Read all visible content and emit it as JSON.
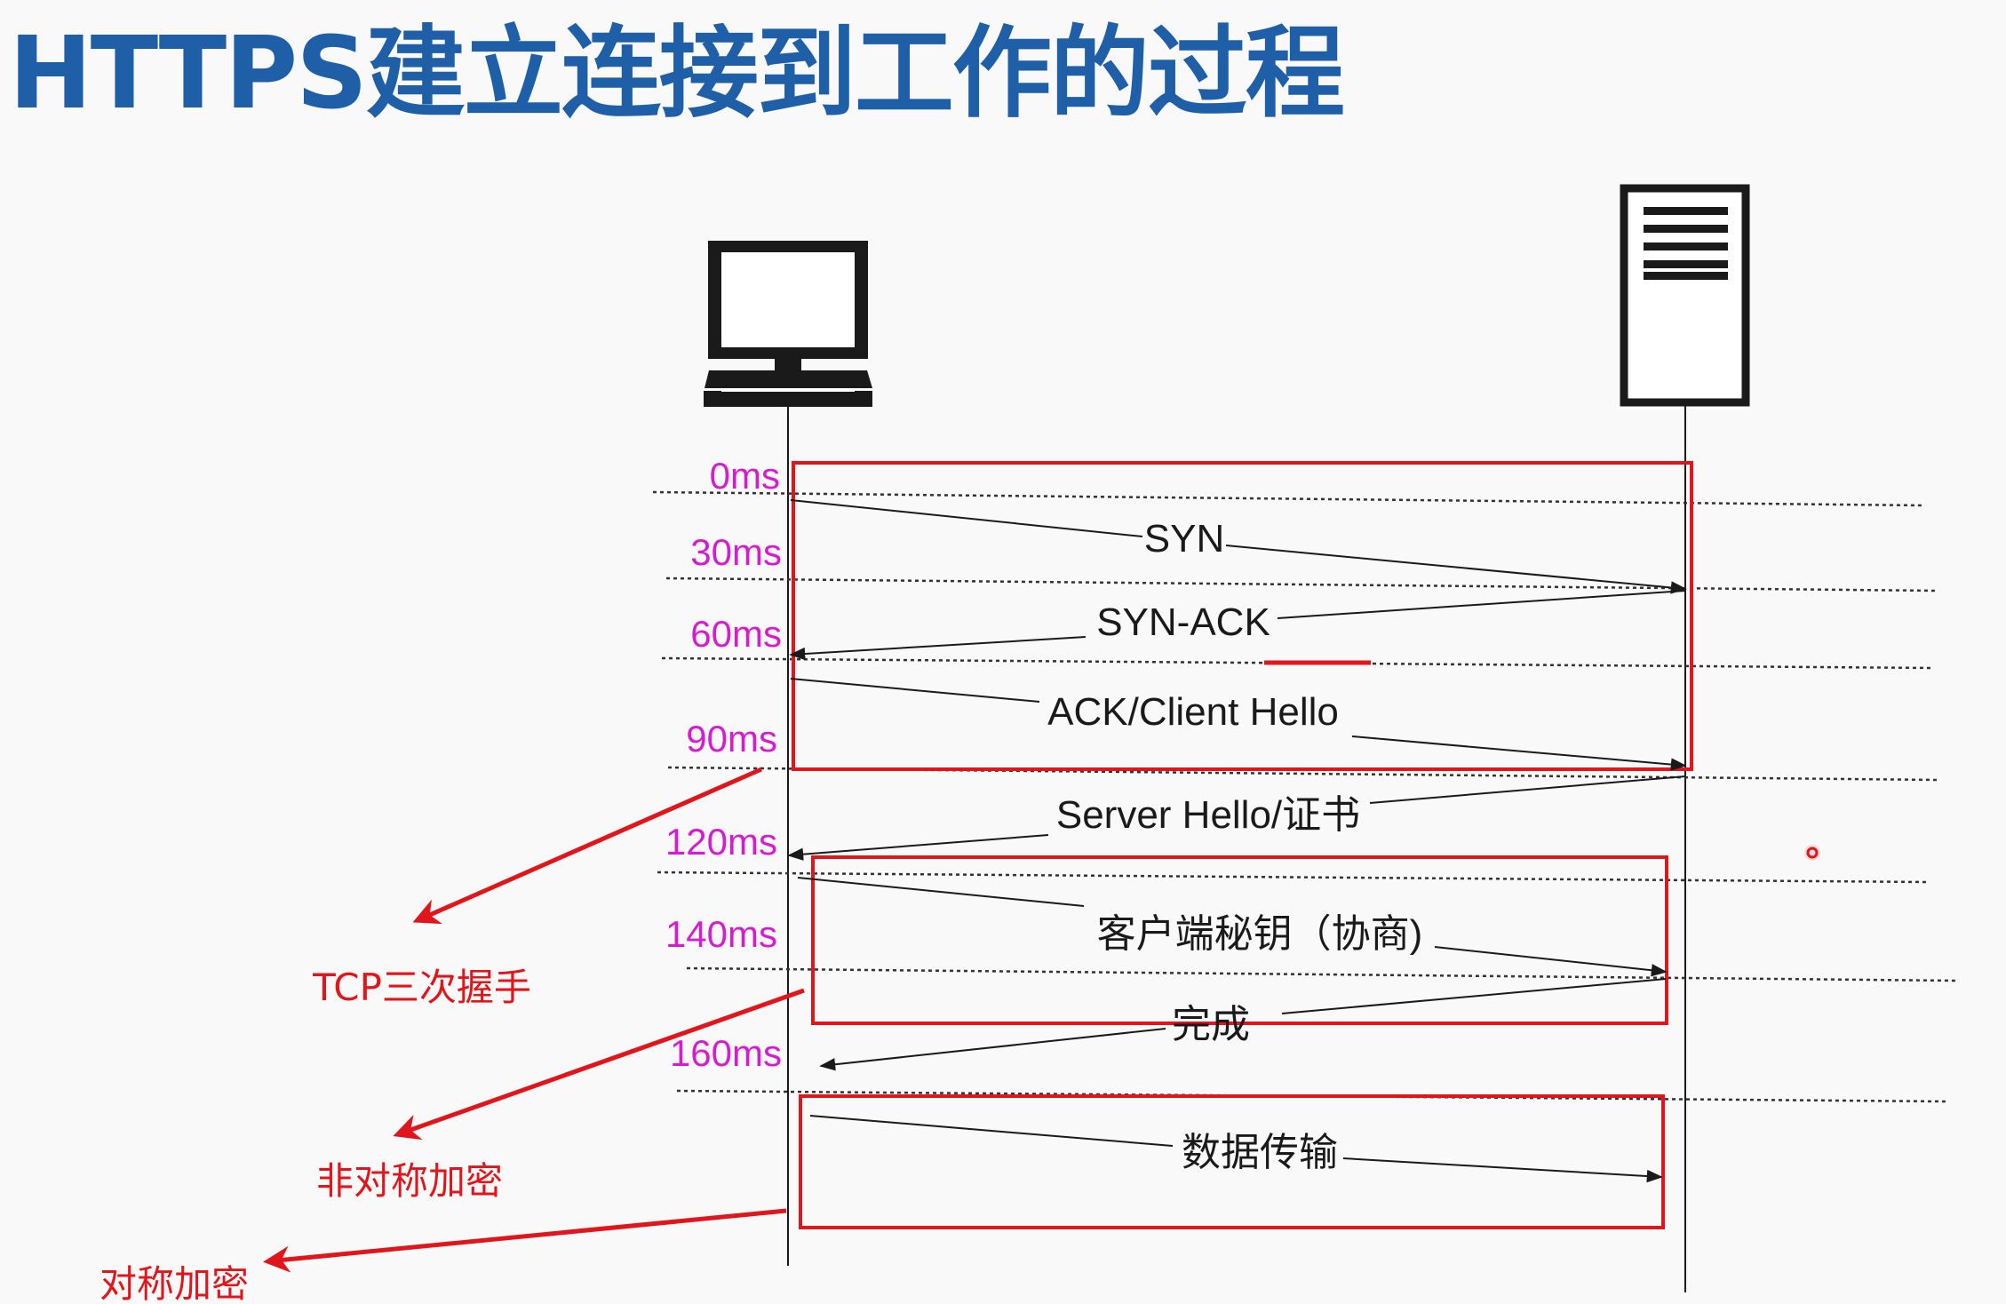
{
  "title": "HTTPS建立连接到工作的过程",
  "time_labels": [
    "0ms",
    "30ms",
    "60ms",
    "90ms",
    "120ms",
    "140ms",
    "160ms"
  ],
  "messages": [
    "SYN",
    "SYN-ACK",
    "ACK/Client Hello",
    "Server Hello/证书",
    "客户端秘钥（协商)",
    "完成",
    "数据传输"
  ],
  "annotations": [
    "TCP三次握手",
    "非对称加密",
    "对称加密"
  ],
  "icons": {
    "client": "computer-monitor-icon",
    "server": "server-tower-icon"
  },
  "colors": {
    "title": "#1f5fa8",
    "time": "#d61cd0",
    "annotation": "#e0161c",
    "line": "#1a1a1a"
  }
}
